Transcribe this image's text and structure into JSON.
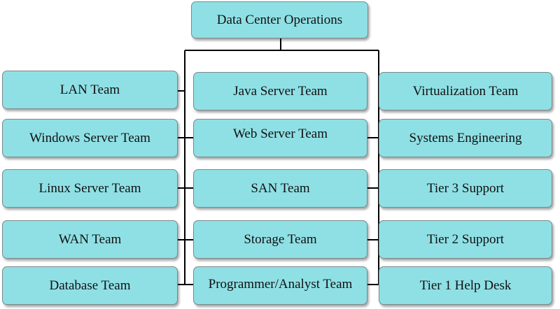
{
  "root": "Data Center Operations",
  "left_column": [
    "LAN Team",
    "Windows Server Team",
    "Linux Server Team",
    "WAN Team",
    "Database Team"
  ],
  "middle_column": [
    "Java Server Team",
    "Web Server Team",
    "SAN Team",
    "Storage Team",
    "Programmer/Analyst Team"
  ],
  "right_column": [
    "Virtualization Team",
    "Systems Engineering",
    "Tier 3 Support",
    "Tier 2 Support",
    "Tier 1 Help Desk"
  ],
  "colors": {
    "box_fill": "#8fe0e5",
    "box_border": "#7a8a8c",
    "connector": "#000000"
  }
}
